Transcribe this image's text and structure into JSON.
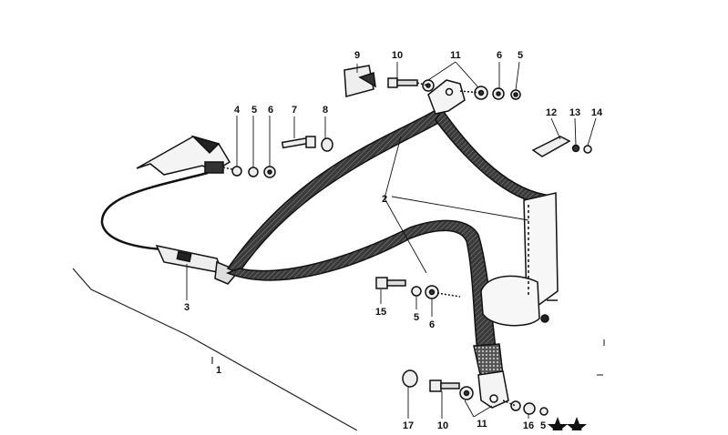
{
  "diagram": {
    "callouts": [
      {
        "id": "c9",
        "label": "9"
      },
      {
        "id": "c10a",
        "label": "10"
      },
      {
        "id": "c11a",
        "label": "11"
      },
      {
        "id": "c6a",
        "label": "6"
      },
      {
        "id": "c5a",
        "label": "5"
      },
      {
        "id": "c4",
        "label": "4"
      },
      {
        "id": "c5b",
        "label": "5"
      },
      {
        "id": "c6b",
        "label": "6"
      },
      {
        "id": "c7",
        "label": "7"
      },
      {
        "id": "c8",
        "label": "8"
      },
      {
        "id": "c12",
        "label": "12"
      },
      {
        "id": "c13",
        "label": "13"
      },
      {
        "id": "c14",
        "label": "14"
      },
      {
        "id": "c2",
        "label": "2"
      },
      {
        "id": "c3",
        "label": "3"
      },
      {
        "id": "c15",
        "label": "15"
      },
      {
        "id": "c5c",
        "label": "5"
      },
      {
        "id": "c6c",
        "label": "6"
      },
      {
        "id": "c1",
        "label": "1"
      },
      {
        "id": "c17",
        "label": "17"
      },
      {
        "id": "c10b",
        "label": "10"
      },
      {
        "id": "c11b",
        "label": "11"
      },
      {
        "id": "c16",
        "label": "16"
      },
      {
        "id": "c5d",
        "label": "5"
      }
    ]
  }
}
